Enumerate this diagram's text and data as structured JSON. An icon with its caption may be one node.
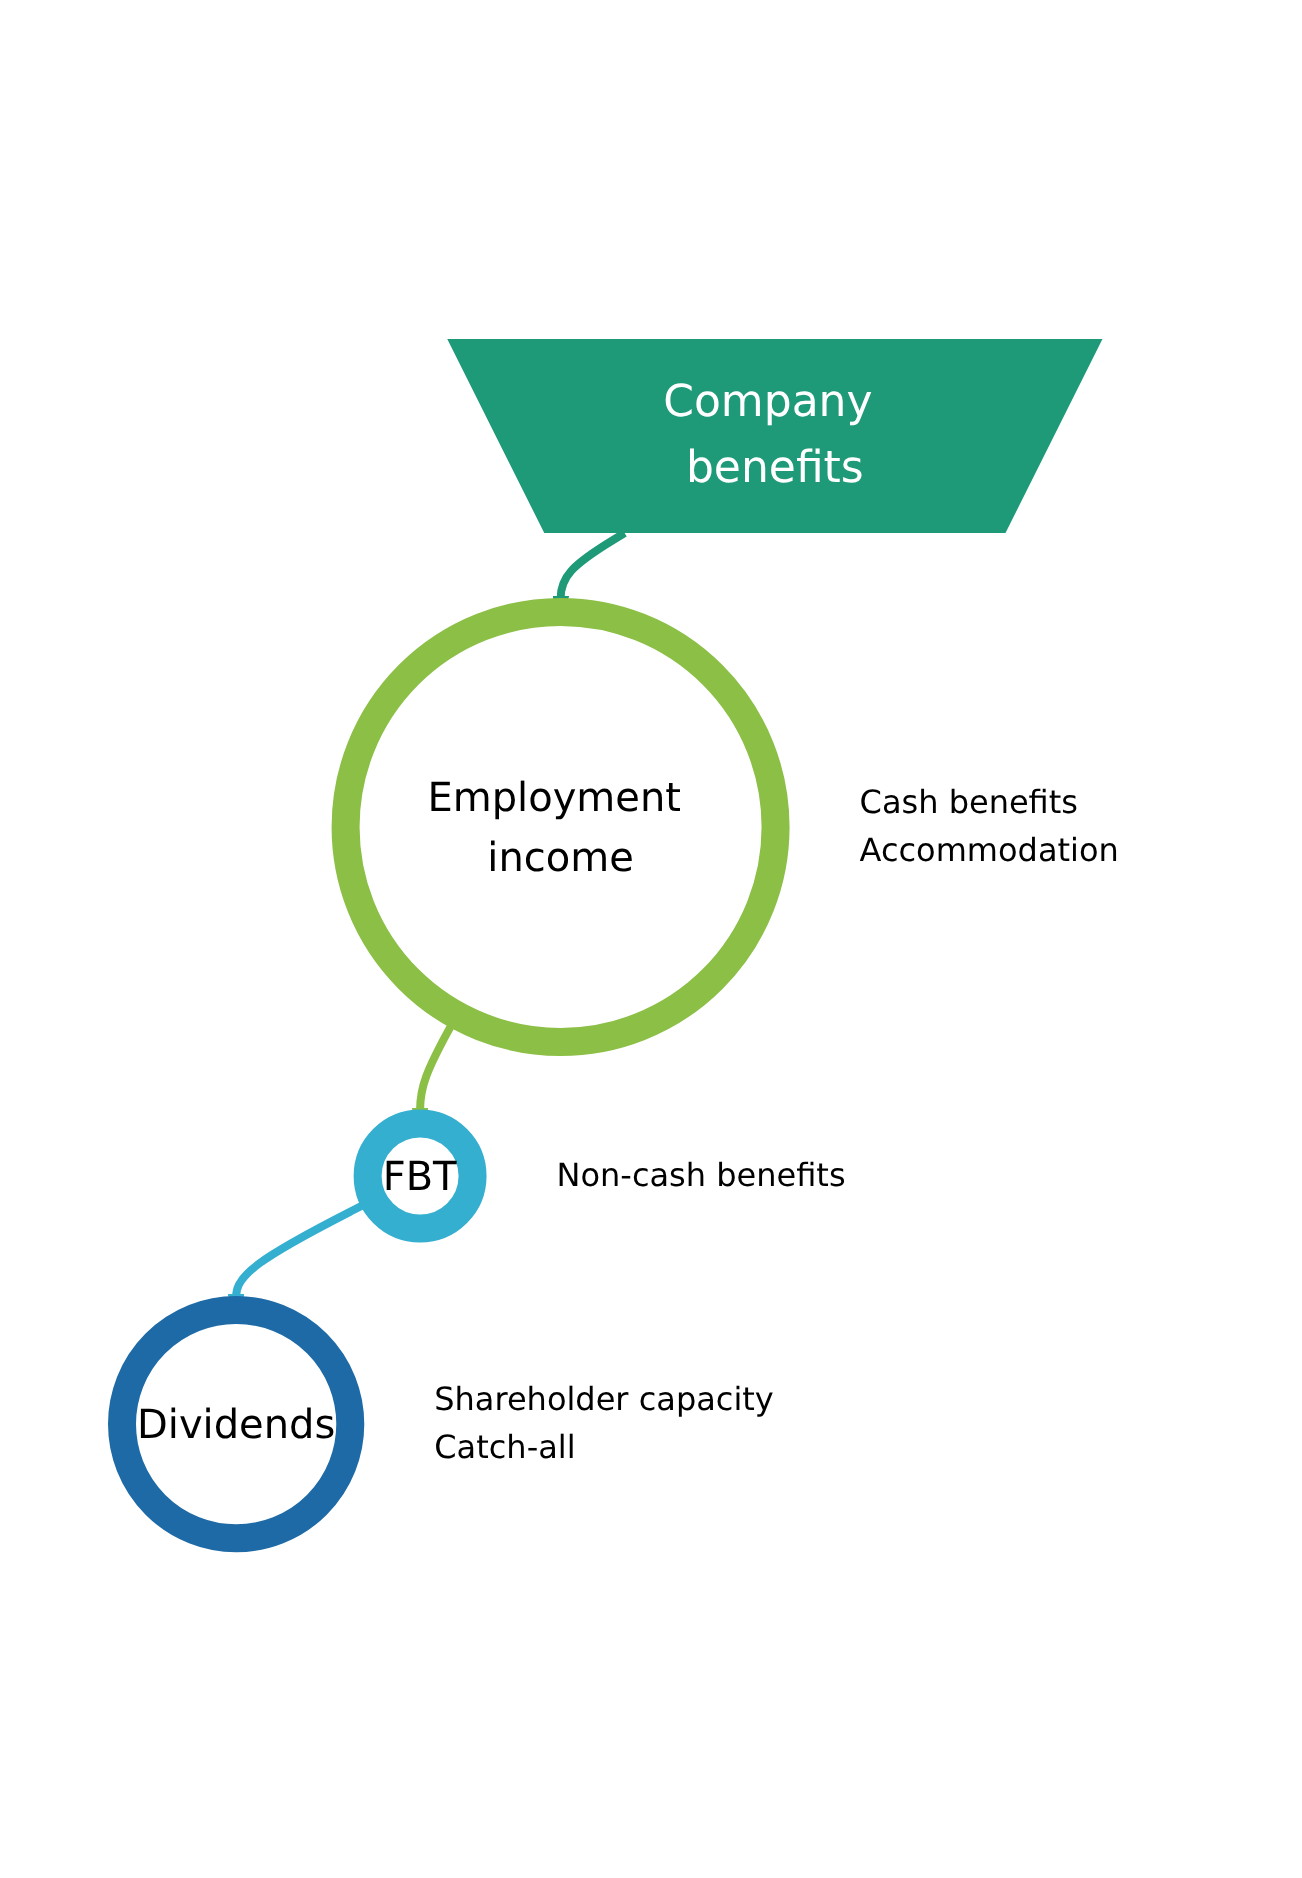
{
  "diagram": {
    "nodes": [
      {
        "text": [
          "Company benefits"
        ]
      },
      {
        "text": [
          "Employment income"
        ],
        "beside": [
          "Cash benefits",
          "Accommodation"
        ]
      },
      {
        "text": [
          "FBT"
        ],
        "beside": [
          "Non-cash benefits"
        ]
      },
      {
        "text": [
          "Dividends"
        ],
        "beside": [
          "Shareholder capacity",
          "Catch-all"
        ]
      }
    ],
    "edges": [
      {
        "from": 0,
        "to": 1,
        "arrow": "to"
      },
      {
        "from": 1,
        "to": 2,
        "arrow": "to",
        "color": "#8bbf45"
      },
      {
        "from": 2,
        "to": 3,
        "arrow": "to",
        "color": "#35afd0"
      }
    ]
  }
}
